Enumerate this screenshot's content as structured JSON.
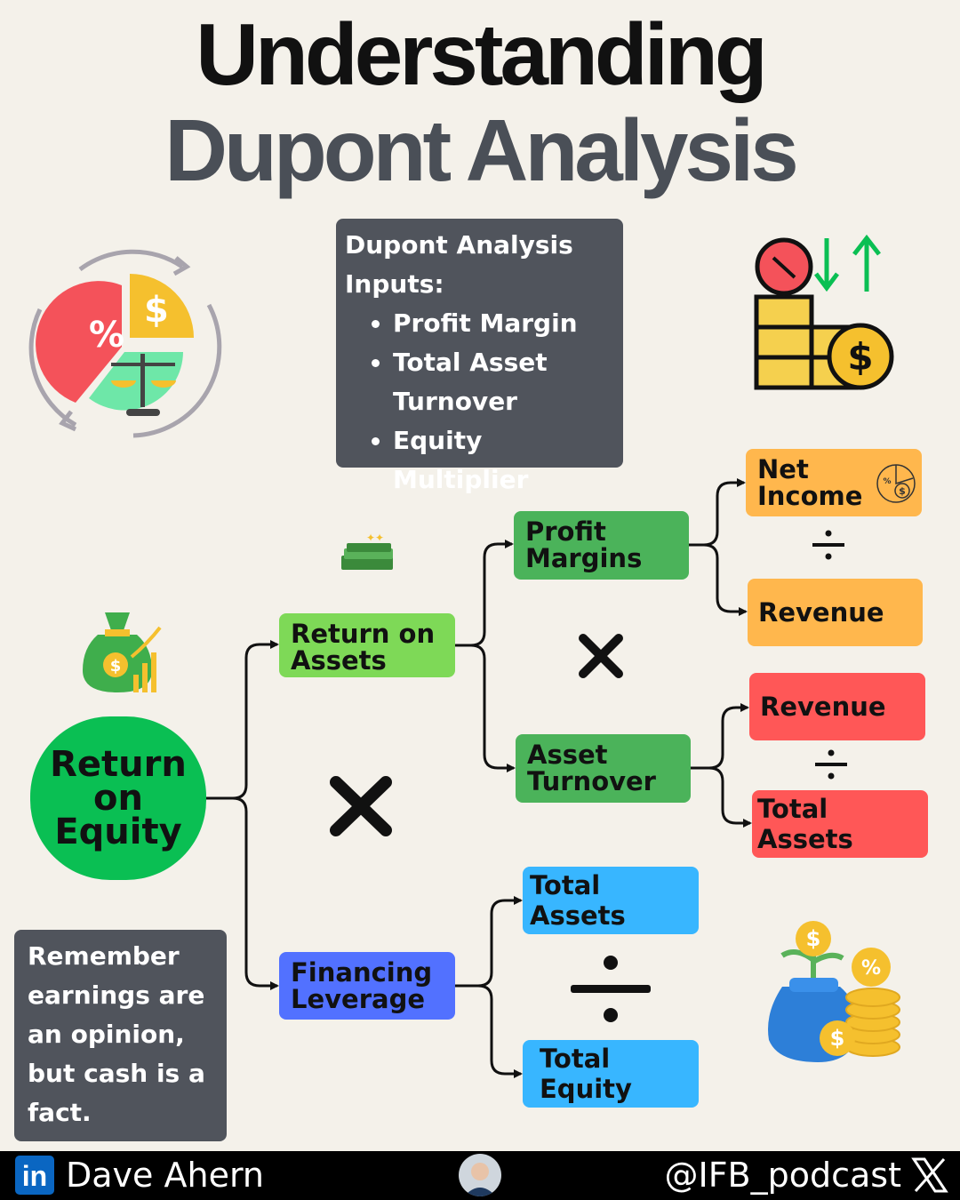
{
  "title": {
    "line1": "Understanding",
    "line2": "Dupont Analysis"
  },
  "inputs_box": {
    "heading": "Dupont Analysis Inputs:",
    "items": [
      "Profit Margin",
      "Total Asset Turnover",
      "Equity Multiplier"
    ]
  },
  "quote": "Remember earnings are an opinion, but cash is a fact.",
  "nodes": {
    "roe": [
      "Return",
      "on",
      "Equity"
    ],
    "roa": [
      "Return on",
      "Assets"
    ],
    "leverage": [
      "Financing",
      "Leverage"
    ],
    "profit_margins": [
      "Profit",
      "Margins"
    ],
    "asset_turnover": [
      "Asset",
      "Turnover"
    ],
    "net_income": [
      "Net",
      "Income"
    ],
    "revenue_1": "Revenue",
    "revenue_2": "Revenue",
    "total_assets_1": "Total Assets",
    "total_assets_2": "Total Assets",
    "total_equity": "Total Equity"
  },
  "footer": {
    "name": "Dave Ahern",
    "linkedin_label": "in",
    "handle": "@IFB_podcast"
  },
  "colors": {
    "roe": "#0abf53",
    "roa": "#7ed957",
    "leverage": "#5271ff",
    "green_node": "#4bb35a",
    "orange_node": "#ffb74d",
    "red_node": "#ff5757",
    "blue_node": "#38b6ff",
    "dark_box": "#50545c",
    "background": "#f4f1ea"
  },
  "icons": [
    "pie-chart-cycle-icon",
    "coins-arrows-icon",
    "money-stack-icon",
    "money-bag-growth-icon",
    "coin-plant-bag-icon",
    "finance-pie-icon",
    "linkedin-icon",
    "avatar",
    "x-logo-icon"
  ]
}
